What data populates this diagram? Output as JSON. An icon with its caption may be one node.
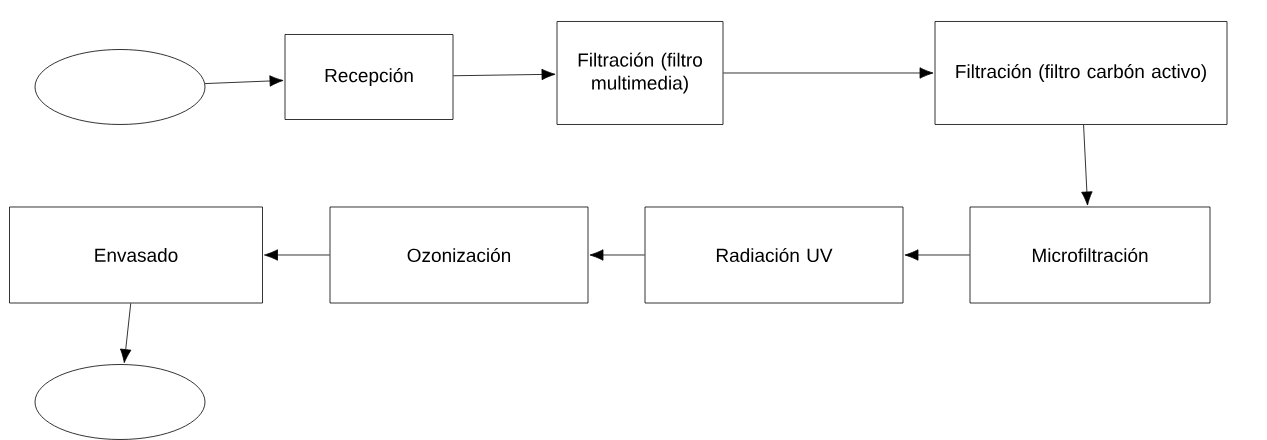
{
  "diagram": {
    "nodes": [
      {
        "text": [],
        "shape": "ellipse"
      },
      {
        "text": [
          "Recepción"
        ]
      },
      {
        "text": [
          "Filtración (filtro multimedia)"
        ]
      },
      {
        "text": [
          "Filtración (filtro carbón activo)"
        ]
      },
      {
        "text": [
          "Microfiltración"
        ]
      },
      {
        "text": [
          "Radiación UV"
        ]
      },
      {
        "text": [
          "Ozonización"
        ]
      },
      {
        "text": [
          "Envasado"
        ]
      },
      {
        "text": [],
        "shape": "ellipse"
      }
    ],
    "edges": [
      {
        "from": 0,
        "to": 1,
        "arrow": "to"
      },
      {
        "from": 1,
        "to": 2,
        "arrow": "to"
      },
      {
        "from": 2,
        "to": 3,
        "arrow": "to"
      },
      {
        "from": 3,
        "to": 4,
        "arrow": "to"
      },
      {
        "from": 4,
        "to": 5,
        "arrow": "to"
      },
      {
        "from": 5,
        "to": 6,
        "arrow": "to"
      },
      {
        "from": 6,
        "to": 7,
        "arrow": "to"
      },
      {
        "from": 7,
        "to": 8,
        "arrow": "to"
      }
    ]
  }
}
